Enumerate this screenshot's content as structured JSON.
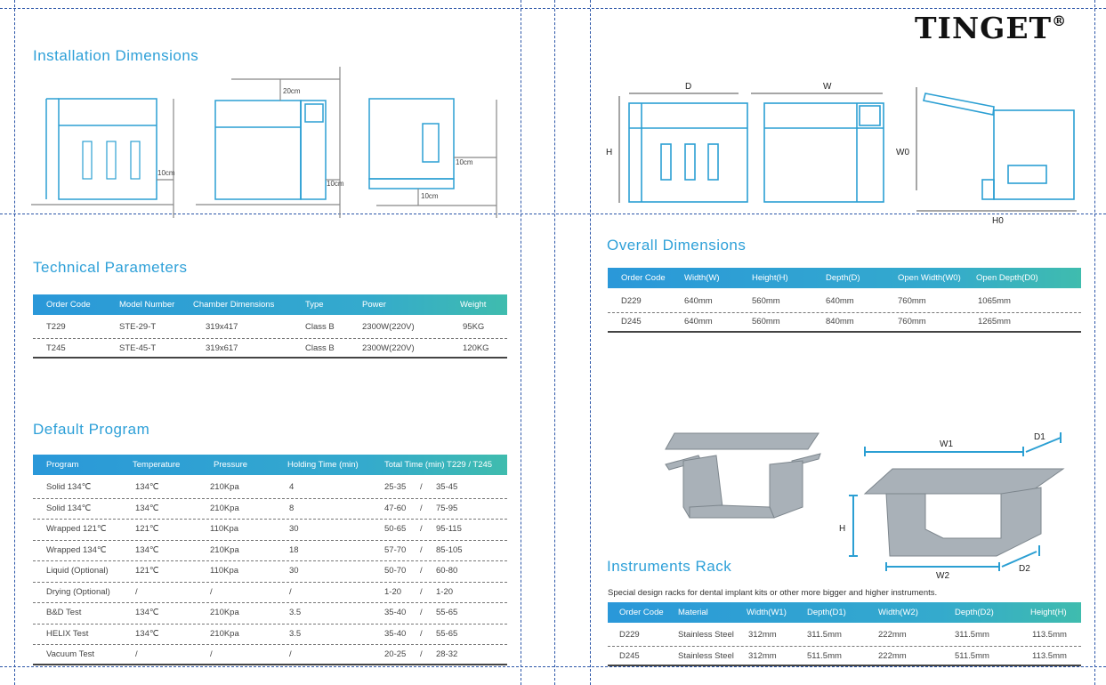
{
  "brand": {
    "logo": "TINGET",
    "reg": "®"
  },
  "installation": {
    "title": "Installation Dimensions",
    "labels": [
      "20cm",
      "10cm",
      "10cm",
      "10cm",
      "10cm"
    ]
  },
  "overall_drawing": {
    "labels": {
      "D": "D",
      "W": "W",
      "H": "H",
      "W0": "W0",
      "H0": "H0"
    }
  },
  "technical": {
    "title": "Technical Parameters",
    "headers": [
      "Order Code",
      "Model Number",
      "Chamber Dimensions",
      "Type",
      "Power",
      "Weight"
    ],
    "rows": [
      [
        "T229",
        "STE-29-T",
        "319x417",
        "Class B",
        "2300W(220V)",
        "95KG"
      ],
      [
        "T245",
        "STE-45-T",
        "319x617",
        "Class B",
        "2300W(220V)",
        "120KG"
      ]
    ]
  },
  "program": {
    "title": "Default Program",
    "headers": [
      "Program",
      "Temperature",
      "Pressure",
      "Holding Time (min)",
      "Total Time (min)  T229 / T245"
    ],
    "rows": [
      [
        "Solid 134℃",
        "134℃",
        "210Kpa",
        "4",
        "25-35",
        "/",
        "35-45"
      ],
      [
        "Solid 134℃",
        "134℃",
        "210Kpa",
        "8",
        "47-60",
        "/",
        "75-95"
      ],
      [
        "Wrapped 121℃",
        "121℃",
        "110Kpa",
        "30",
        "50-65",
        "/",
        "95-115"
      ],
      [
        "Wrapped 134℃",
        "134℃",
        "210Kpa",
        "18",
        "57-70",
        "/",
        "85-105"
      ],
      [
        "Liquid (Optional)",
        "121℃",
        "110Kpa",
        "30",
        "50-70",
        "/",
        "60-80"
      ],
      [
        "Drying (Optional)",
        "/",
        "/",
        "/",
        "1-20",
        "/",
        "1-20"
      ],
      [
        "B&D Test",
        "134℃",
        "210Kpa",
        "3.5",
        "35-40",
        "/",
        "55-65"
      ],
      [
        "HELIX Test",
        "134℃",
        "210Kpa",
        "3.5",
        "35-40",
        "/",
        "55-65"
      ],
      [
        "Vacuum Test",
        "/",
        "/",
        "/",
        "20-25",
        "/",
        "28-32"
      ]
    ]
  },
  "overall": {
    "title": "Overall Dimensions",
    "headers": [
      "Order Code",
      "Width(W)",
      "Height(H)",
      "Depth(D)",
      "Open Width(W0)",
      "Open Depth(D0)"
    ],
    "rows": [
      [
        "D229",
        "640mm",
        "560mm",
        "640mm",
        "760mm",
        "1065mm"
      ],
      [
        "D245",
        "640mm",
        "560mm",
        "840mm",
        "760mm",
        "1265mm"
      ]
    ]
  },
  "rack": {
    "title": "Instruments Rack",
    "description": "Special design racks for dental implant kits or other more bigger and higher instruments.",
    "dim_labels": {
      "W1": "W1",
      "D1": "D1",
      "H": "H",
      "W2": "W2",
      "D2": "D2"
    },
    "headers": [
      "Order Code",
      "Material",
      "Width(W1)",
      "Depth(D1)",
      "Width(W2)",
      "Depth(D2)",
      "Height(H)"
    ],
    "rows": [
      [
        "D229",
        "Stainless Steel",
        "312mm",
        "311.5mm",
        "222mm",
        "311.5mm",
        "113.5mm"
      ],
      [
        "D245",
        "Stainless Steel",
        "312mm",
        "511.5mm",
        "222mm",
        "511.5mm",
        "113.5mm"
      ]
    ]
  },
  "colors": {
    "accent": "#2ea0d8",
    "line": "#2c56a8",
    "drawing": "#2b9fd3"
  }
}
